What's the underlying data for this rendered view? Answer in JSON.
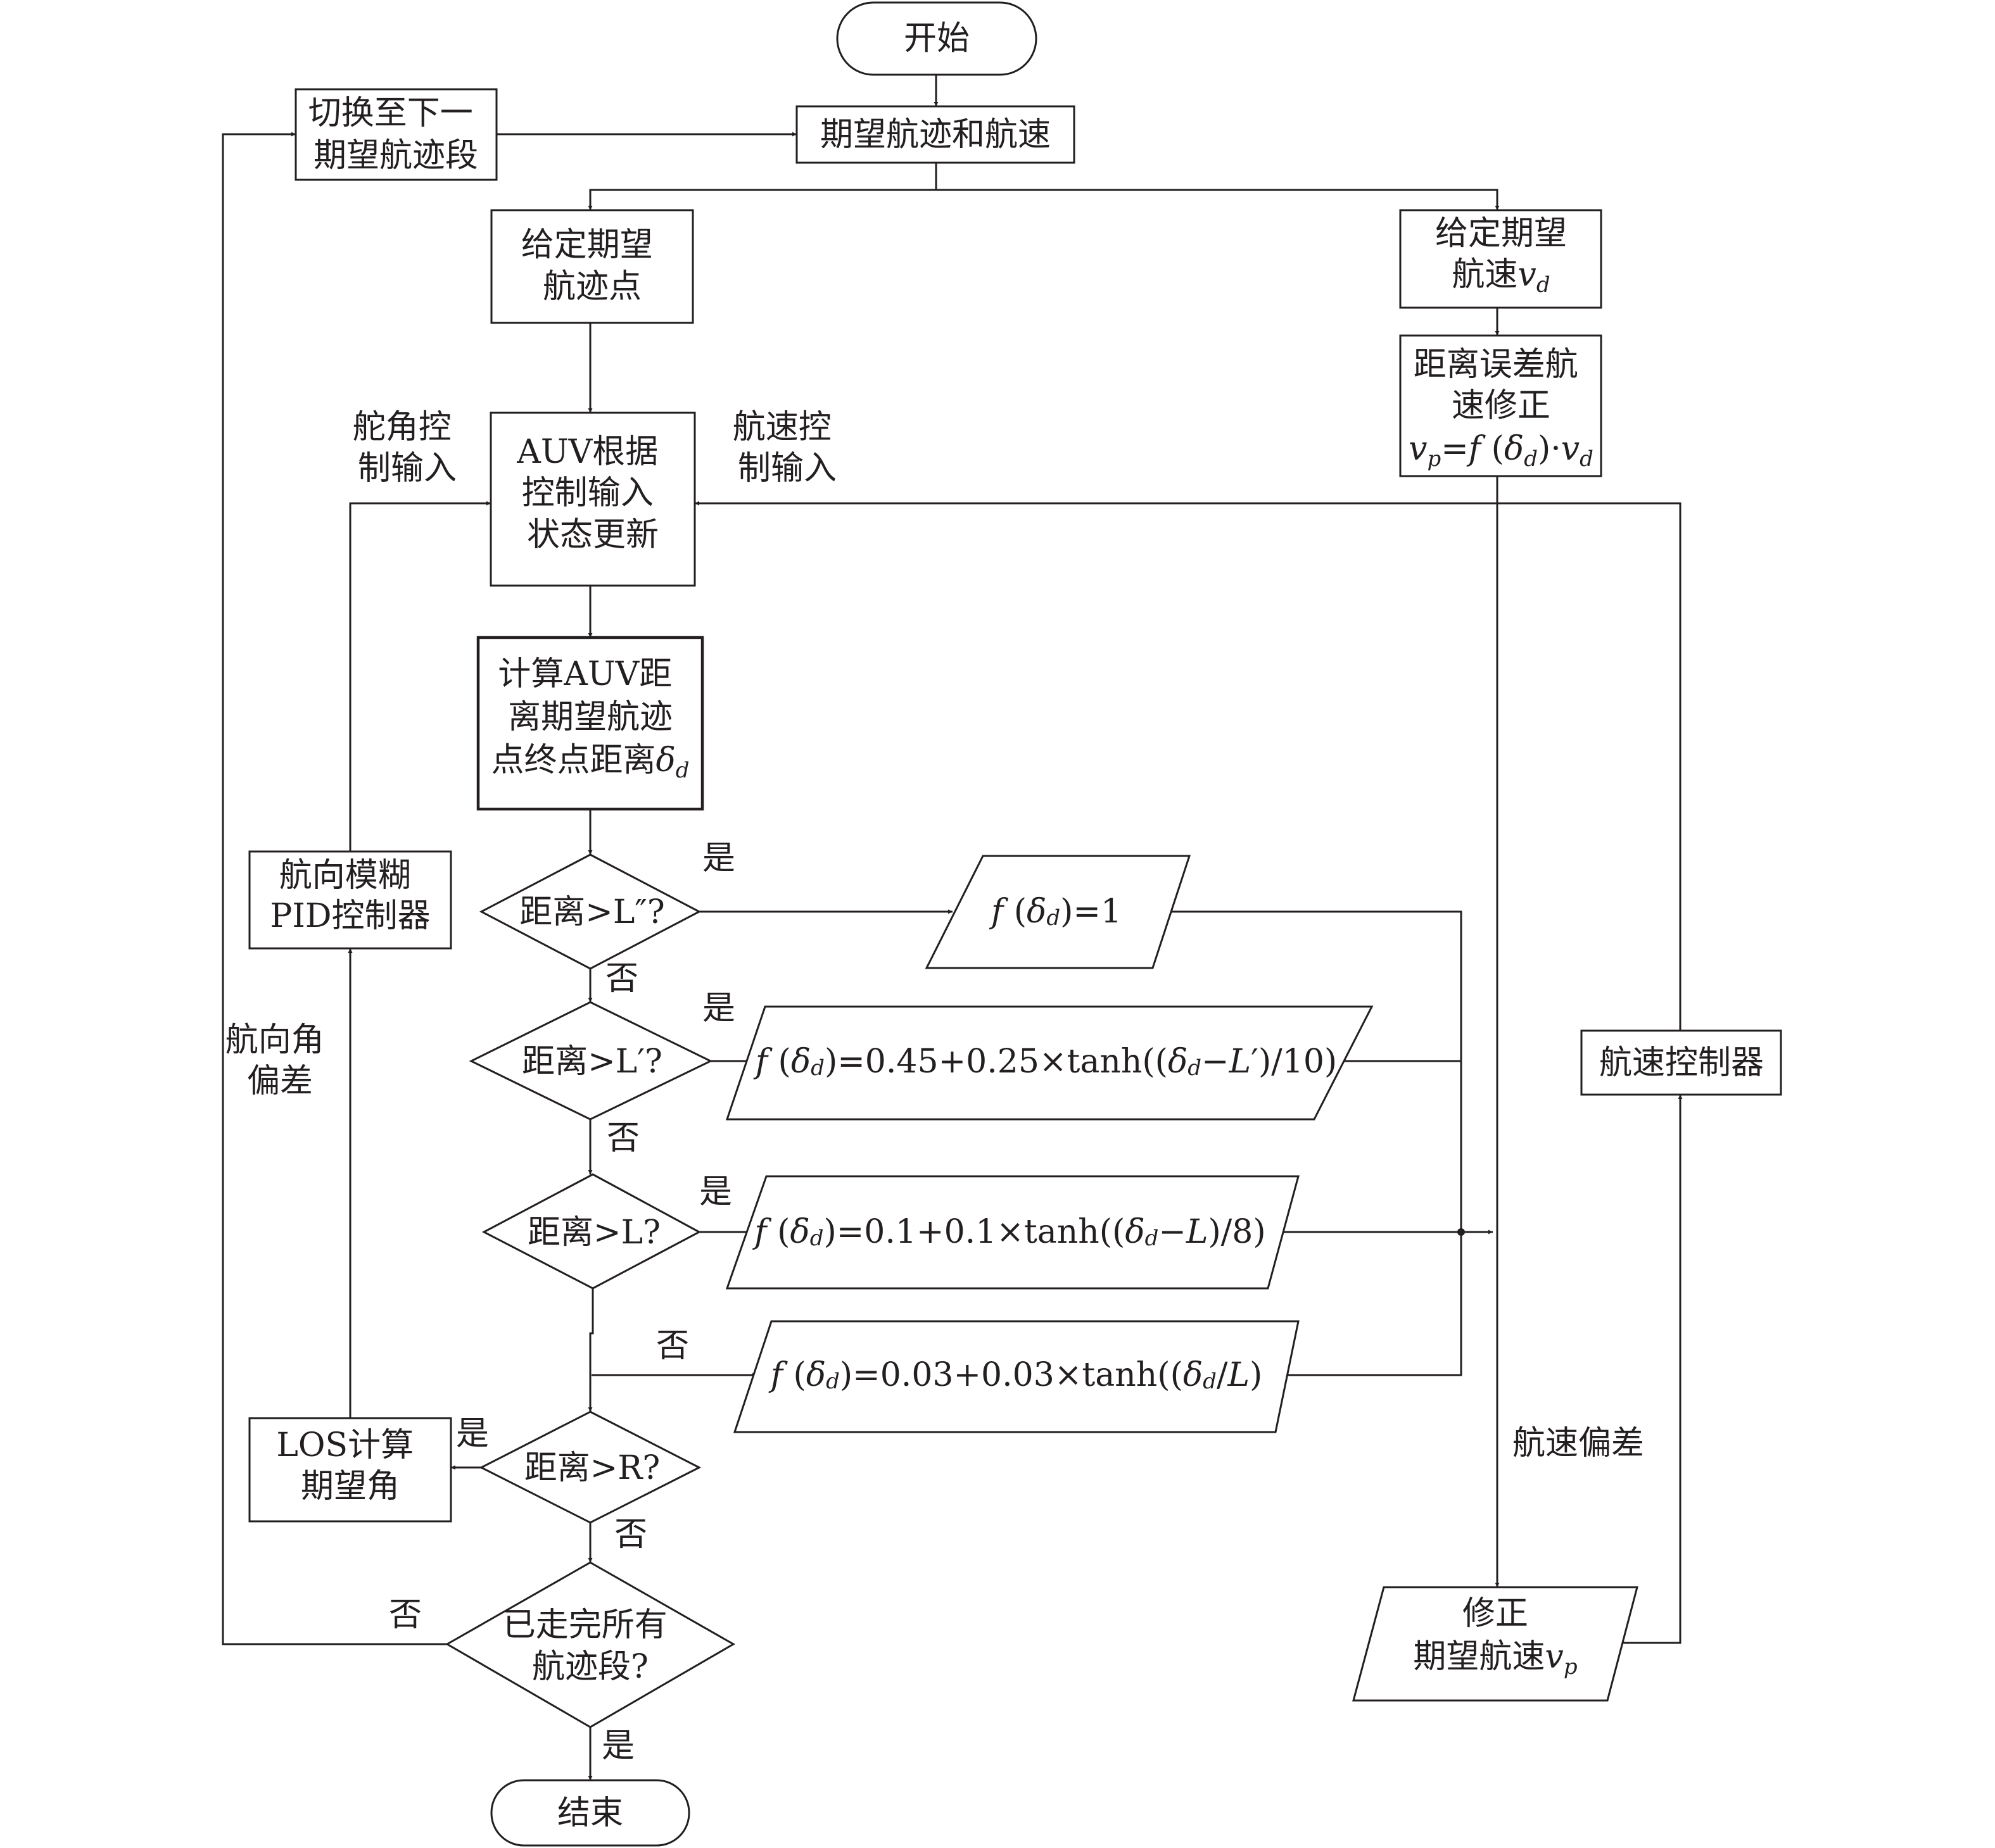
{
  "nodes": {
    "start": "开始",
    "switch_segment": [
      "切换至下一",
      "期望航迹段"
    ],
    "desired_track_speed": "期望航迹和航速",
    "give_track_point": [
      "给定期望",
      "航迹点"
    ],
    "give_speed": {
      "line1": "给定期望",
      "line2_prefix": "航速",
      "var": "v",
      "sub": "d"
    },
    "distance_error_speed": {
      "line1": "距离误差航",
      "line2": "速修正",
      "formula": "vp=f(δd)·vd"
    },
    "auv_update": [
      "AUV根据",
      "控制输入",
      "状态更新"
    ],
    "compute_distance": {
      "line1": "计算AUV距",
      "line2": "离期望航迹",
      "line3": "点终点距离",
      "var": "δ",
      "sub": "d"
    },
    "heading_fuzzy_pid": [
      "航向模糊",
      "PID控制器"
    ],
    "speed_controller": "航速控制器",
    "los_compute": [
      "LOS计算",
      "期望角"
    ],
    "corrected_speed": {
      "line1": "修正",
      "line2": "期望航速",
      "var": "v",
      "sub": "p"
    },
    "end": "结束"
  },
  "decisions": {
    "d1": "距离>L″?",
    "d2": "距离>L′?",
    "d3": "距离>L?",
    "d4": "距离>R?",
    "d5": [
      "已走完所有",
      "航迹段?"
    ]
  },
  "formulas": {
    "f1": "f(δd)=1",
    "f2": "f(δd)=0.45+0.25×tanh((δd−L′)/10)",
    "f3": "f(δd)=0.1+0.1×tanh((δd−L)/8)",
    "f4": "f(δd)=0.03+0.03×tanh((δd/L)"
  },
  "labels": {
    "rudder_input": [
      "舵角控",
      "制输入"
    ],
    "speed_input": [
      "航速控",
      "制输入"
    ],
    "heading_error": [
      "航向角",
      "偏差"
    ],
    "speed_error": "航速偏差",
    "yes": "是",
    "no": "否"
  }
}
